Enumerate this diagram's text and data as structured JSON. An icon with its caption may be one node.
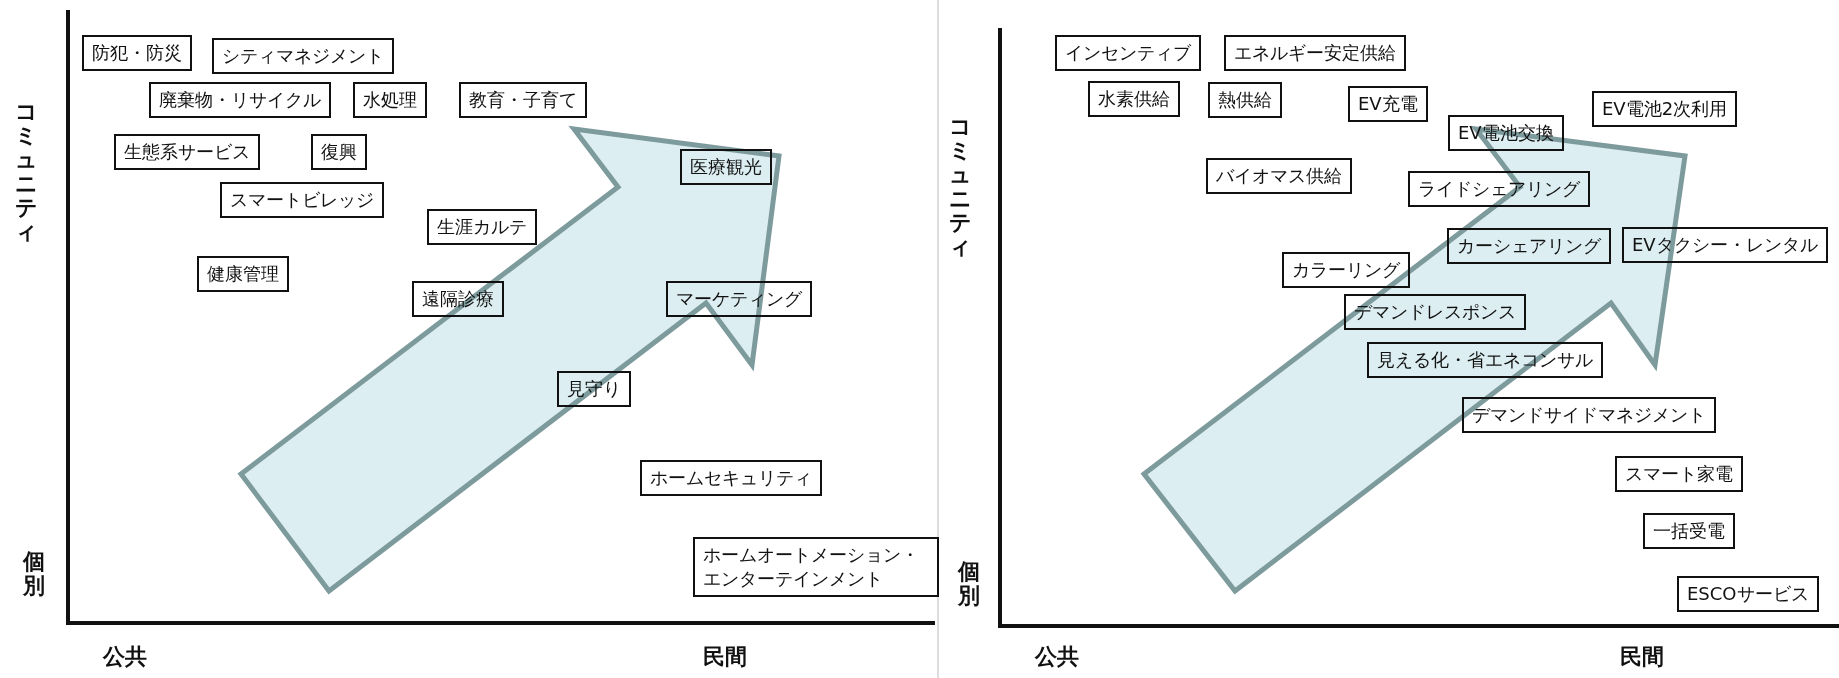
{
  "diagram": {
    "nodes": [
      {
        "text": [
          "防犯・防災"
        ]
      },
      {
        "text": [
          "シティマネジメント"
        ]
      },
      {
        "text": [
          "廃棄物・リサイクル"
        ]
      },
      {
        "text": [
          "水処理"
        ]
      },
      {
        "text": [
          "教育・子育て"
        ]
      },
      {
        "text": [
          "生態系サービス"
        ]
      },
      {
        "text": [
          "復興"
        ]
      },
      {
        "text": [
          "医療観光"
        ]
      },
      {
        "text": [
          "スマートビレッジ"
        ]
      },
      {
        "text": [
          "生涯カルテ"
        ]
      },
      {
        "text": [
          "健康管理"
        ]
      },
      {
        "text": [
          "遠隔診療"
        ]
      },
      {
        "text": [
          "マーケティング"
        ]
      },
      {
        "text": [
          "見守り"
        ]
      },
      {
        "text": [
          "ホームセキュリティ"
        ]
      },
      {
        "text": [
          "ホームオートメーション・エンターテインメント"
        ]
      },
      {
        "text": [
          "インセンティブ"
        ]
      },
      {
        "text": [
          "エネルギー安定供給"
        ]
      },
      {
        "text": [
          "水素供給"
        ]
      },
      {
        "text": [
          "熱供給"
        ]
      },
      {
        "text": [
          "EV充電"
        ]
      },
      {
        "text": [
          "EV電池交換"
        ]
      },
      {
        "text": [
          "EV電池2次利用"
        ]
      },
      {
        "text": [
          "バイオマス供給"
        ]
      },
      {
        "text": [
          "ライドシェアリング"
        ]
      },
      {
        "text": [
          "カーシェアリング"
        ]
      },
      {
        "text": [
          "EVタクシー・レンタル"
        ]
      },
      {
        "text": [
          "カラーリング"
        ]
      },
      {
        "text": [
          "デマンドレスポンス"
        ]
      },
      {
        "text": [
          "見える化・省エネコンサル"
        ]
      },
      {
        "text": [
          "デマンドサイドマネジメント"
        ]
      },
      {
        "text": [
          "スマート家電"
        ]
      },
      {
        "text": [
          "一括受電"
        ]
      },
      {
        "text": [
          "ESCOサービス"
        ]
      }
    ],
    "labels": [
      "コミュニティ",
      "個別",
      "公共",
      "民間",
      "コミュニティ",
      "個別",
      "公共",
      "民間"
    ]
  }
}
